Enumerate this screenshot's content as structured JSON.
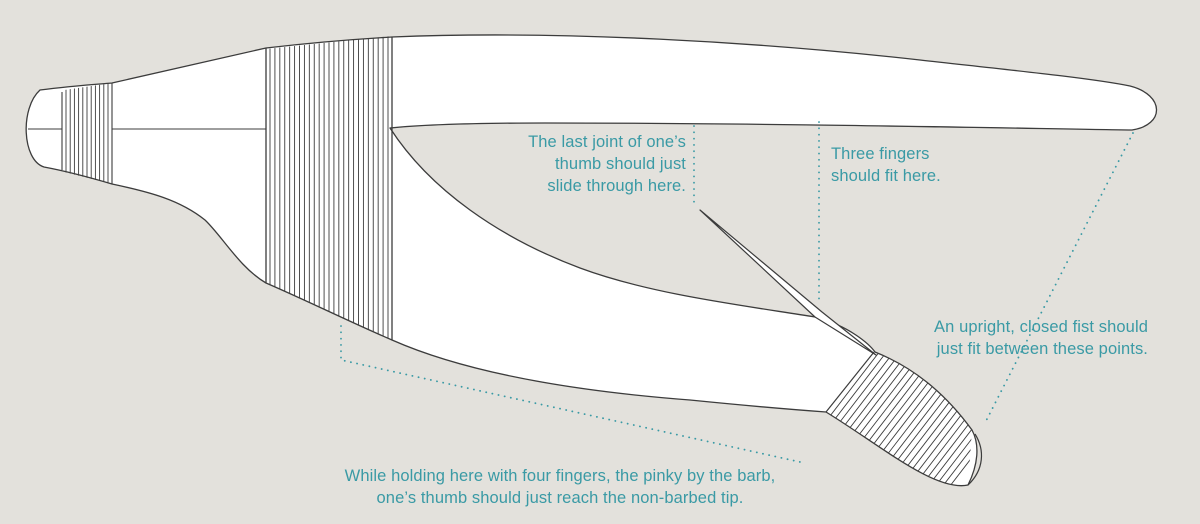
{
  "annotations": {
    "thumb_joint": [
      "The last joint of one’s",
      "thumb should just",
      "slide through here."
    ],
    "three_fingers": [
      "Three fingers",
      "should fit here."
    ],
    "closed_fist": [
      "An upright, closed fist should",
      "just fit between these points."
    ],
    "four_fingers_hold": [
      "While holding here with four fingers, the pinky by the barb,",
      "one’s thumb should just reach the non-barbed tip."
    ]
  },
  "colors": {
    "background": "#e3e1dc",
    "outline": "#3c3c3c",
    "fill": "#ffffff",
    "annotation_text": "#3a9aa5",
    "guide_dots": "#3a9aa5"
  }
}
